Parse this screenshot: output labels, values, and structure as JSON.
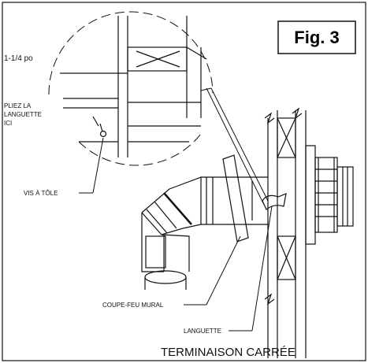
{
  "figure": {
    "label": "Fig. 3"
  },
  "labels": {
    "dimension": "1-1/4 po",
    "fold_line1": "PLIEZ LA",
    "fold_line2": "LANGUETTE",
    "fold_line3": "ICI",
    "screw": "VIS À TÔLE",
    "firestop": "COUPE-FEU MURAL",
    "tab": "LANGUETTE"
  },
  "caption": "TERMINAISON CARRÉE",
  "colors": {
    "line": "#111111",
    "background": "#ffffff"
  }
}
